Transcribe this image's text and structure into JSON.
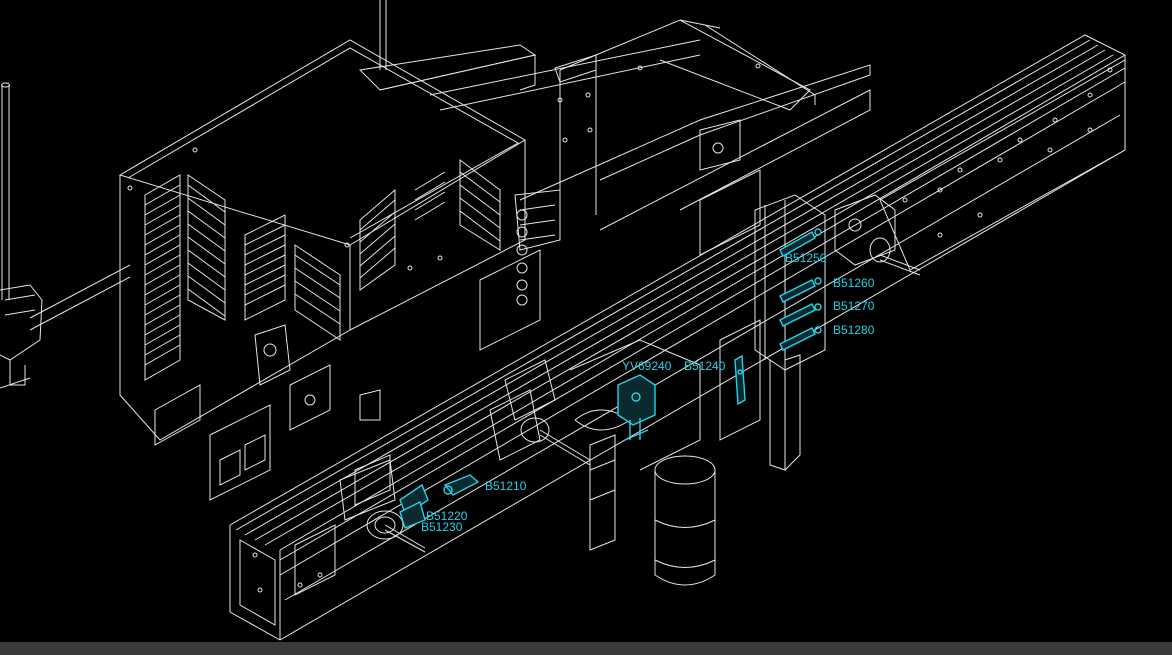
{
  "canvas": {
    "background": "#000000",
    "line_color": "#e6e6e6",
    "highlight_color": "#22d3e8"
  },
  "components": [
    {
      "id": "B51250",
      "label": "B51250"
    },
    {
      "id": "B51260",
      "label": "B51260"
    },
    {
      "id": "B51270",
      "label": "B51270"
    },
    {
      "id": "B51280",
      "label": "B51280"
    },
    {
      "id": "YV69240",
      "label": "YV69240"
    },
    {
      "id": "B51240",
      "label": "B51240"
    },
    {
      "id": "B51210",
      "label": "B51210"
    },
    {
      "id": "B51220",
      "label": "B51220"
    },
    {
      "id": "B51230",
      "label": "B51230"
    }
  ],
  "statusbar": {
    "color": "#3b3b3b"
  }
}
